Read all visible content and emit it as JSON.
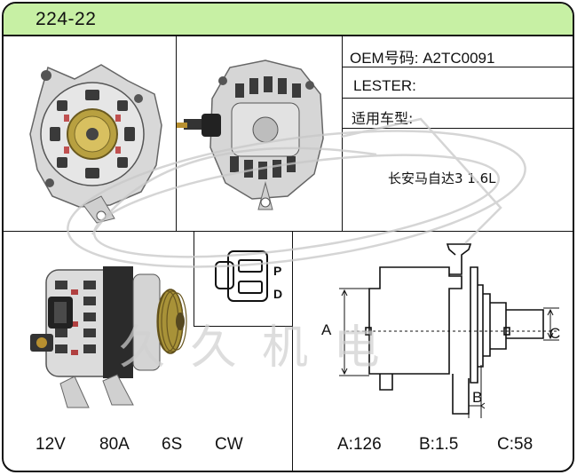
{
  "header": {
    "model": "224-22",
    "bg_color": "#c7f0a4"
  },
  "specs": {
    "oem_label": "OEM号码:",
    "oem_value": "A2TC0091",
    "lester_label": "LESTER:",
    "lester_value": "",
    "vehicle_label": "适用车型:",
    "vehicle_value": "长安马自达3 1.6L"
  },
  "connector": {
    "pins": [
      "P",
      "D"
    ]
  },
  "electrical": {
    "voltage": "12V",
    "current": "80A",
    "pulley": "6S",
    "rotation": "CW"
  },
  "dimensions": {
    "a_letter": "A",
    "b_letter": "B",
    "c_letter": "C",
    "a": "A:126",
    "b": "B:1.5",
    "c": "C:58"
  },
  "watermark": {
    "text": "久 久 机 电"
  }
}
